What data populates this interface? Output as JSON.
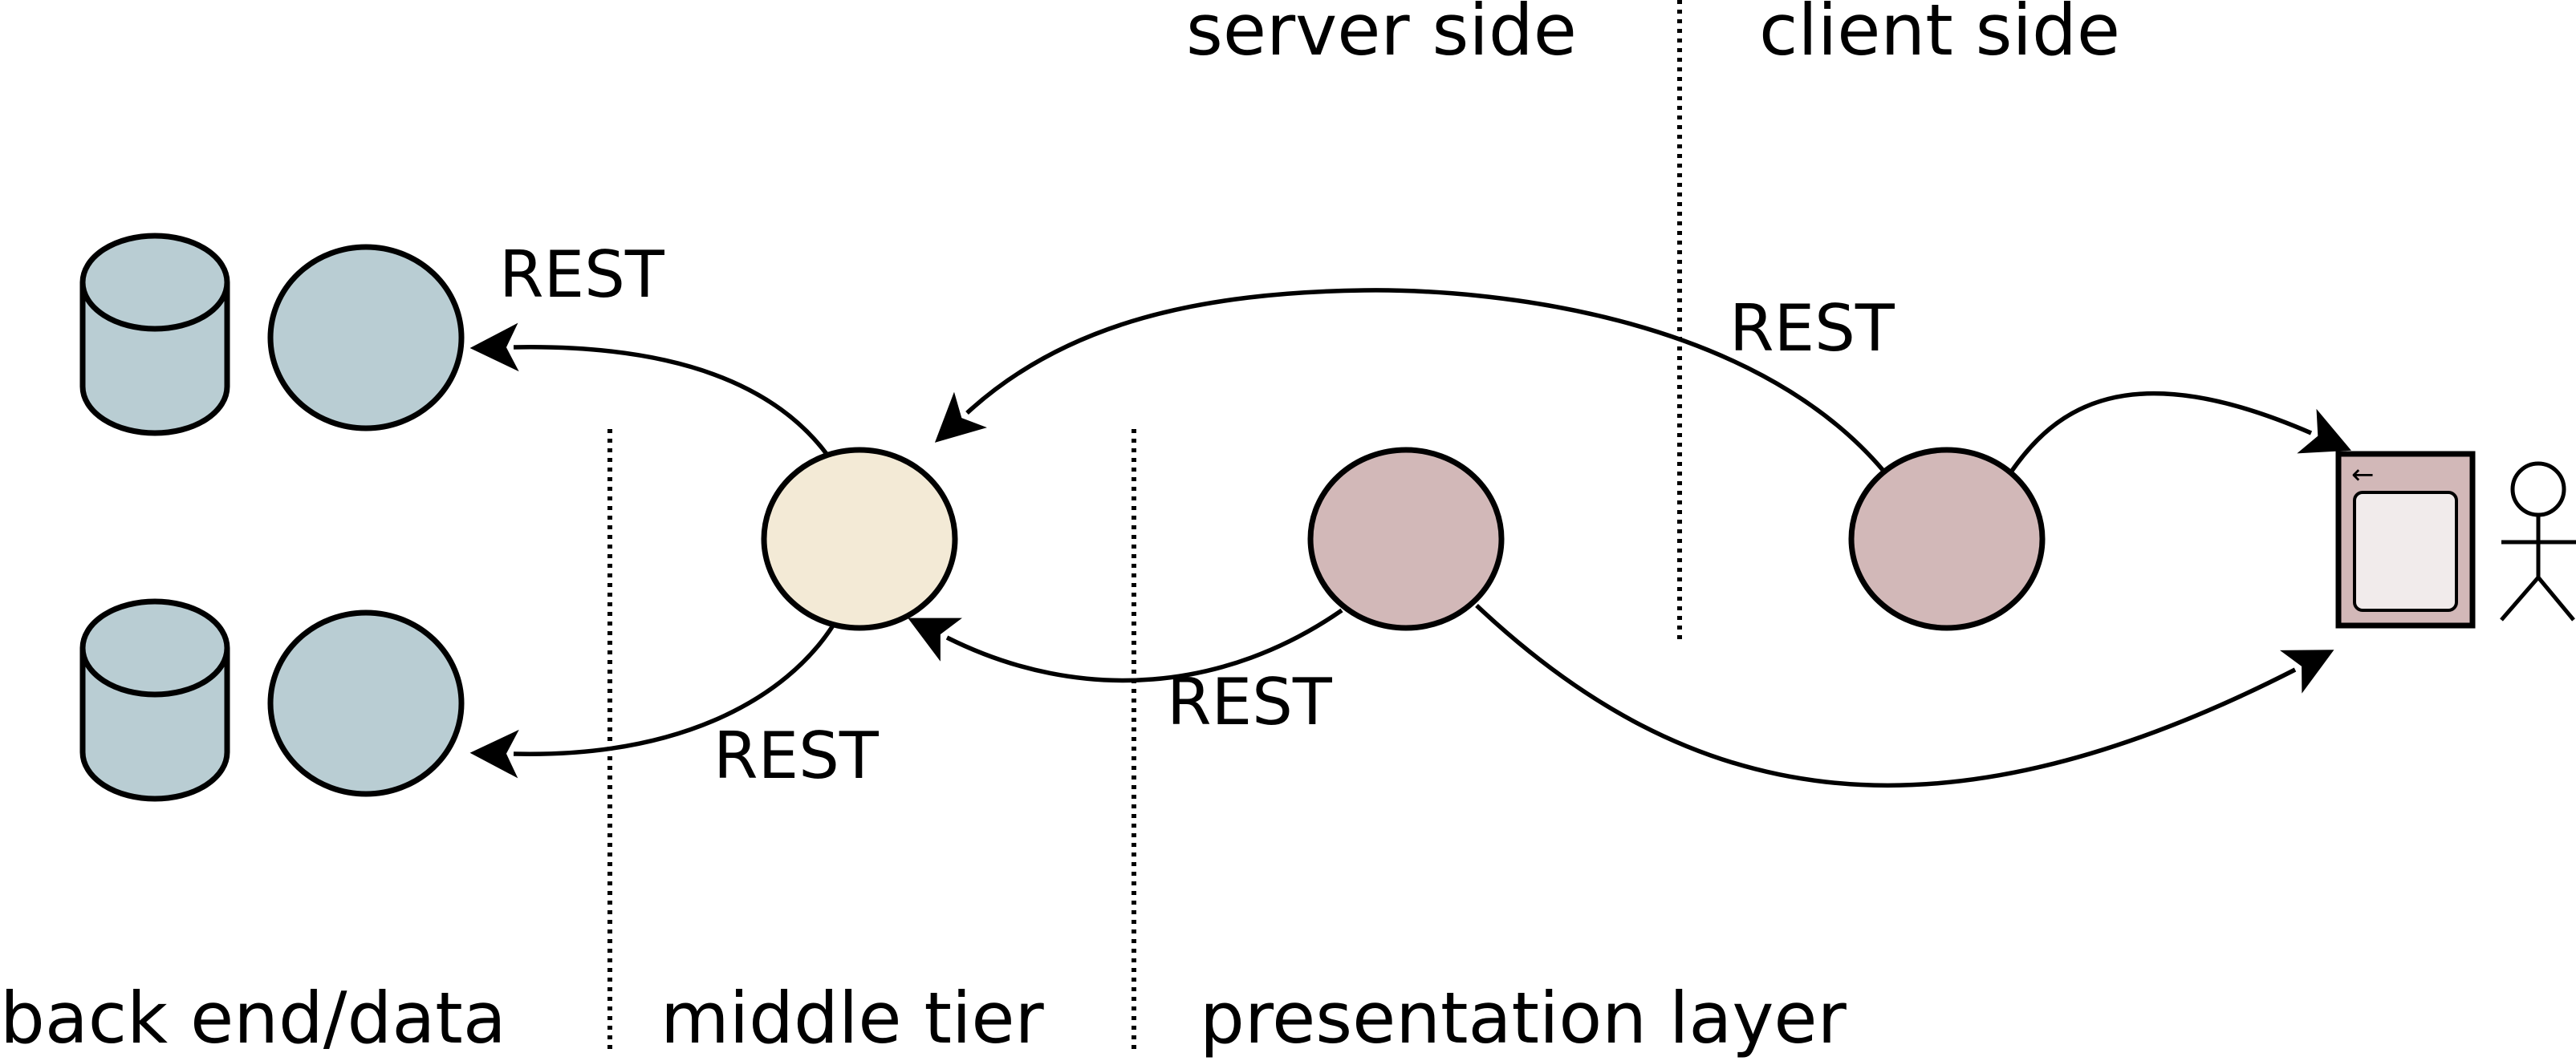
{
  "layers": {
    "back_end": "back end/data",
    "middle_tier": "middle tier",
    "presentation": "presentation layer",
    "server_side": "server side",
    "client_side": "client side"
  },
  "connections": {
    "rest_backend_top": "REST",
    "rest_backend_bottom": "REST",
    "rest_presentation_middle": "REST",
    "rest_client_middle": "REST"
  },
  "browser": {
    "back_glyph": "←"
  },
  "colors": {
    "backend_node": "#b9cdd3",
    "middle_node": "#f3ead6",
    "presentation_node": "#d2b8b8",
    "client_node": "#d2b8b8",
    "browser_frame": "#d2b8b8",
    "browser_page": "#f1ebeb"
  }
}
